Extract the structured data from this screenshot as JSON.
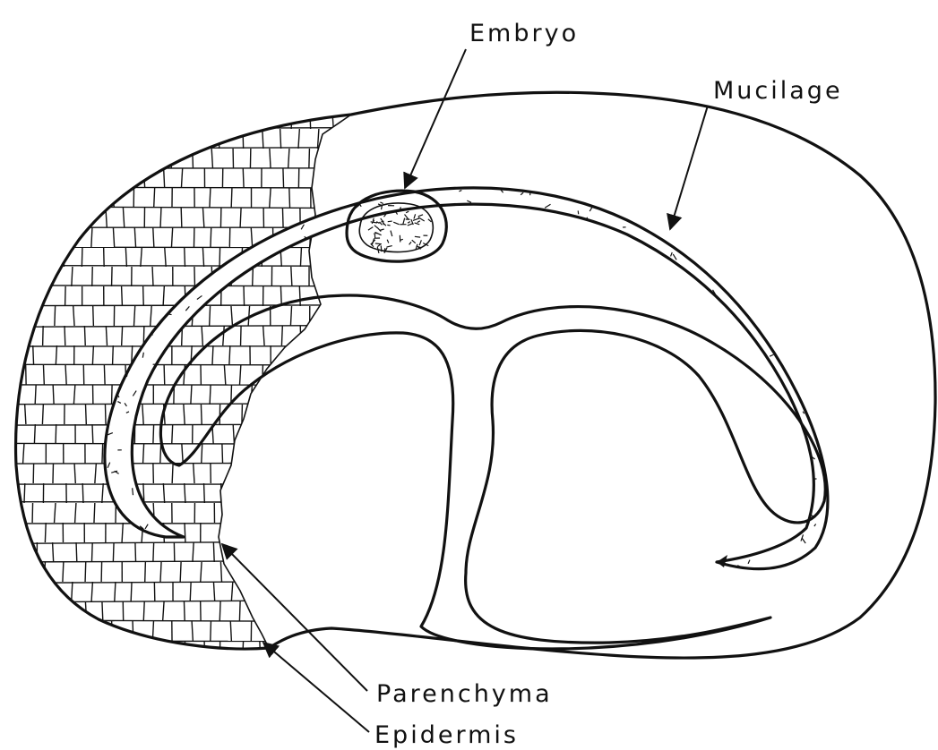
{
  "labels": {
    "embryo": "Embryo",
    "mucilage": "Mucilage",
    "parenchyma": "Parenchyma",
    "epidermis": "Epidermis"
  },
  "colors": {
    "ink": "#111111",
    "paper": "#ffffff"
  }
}
